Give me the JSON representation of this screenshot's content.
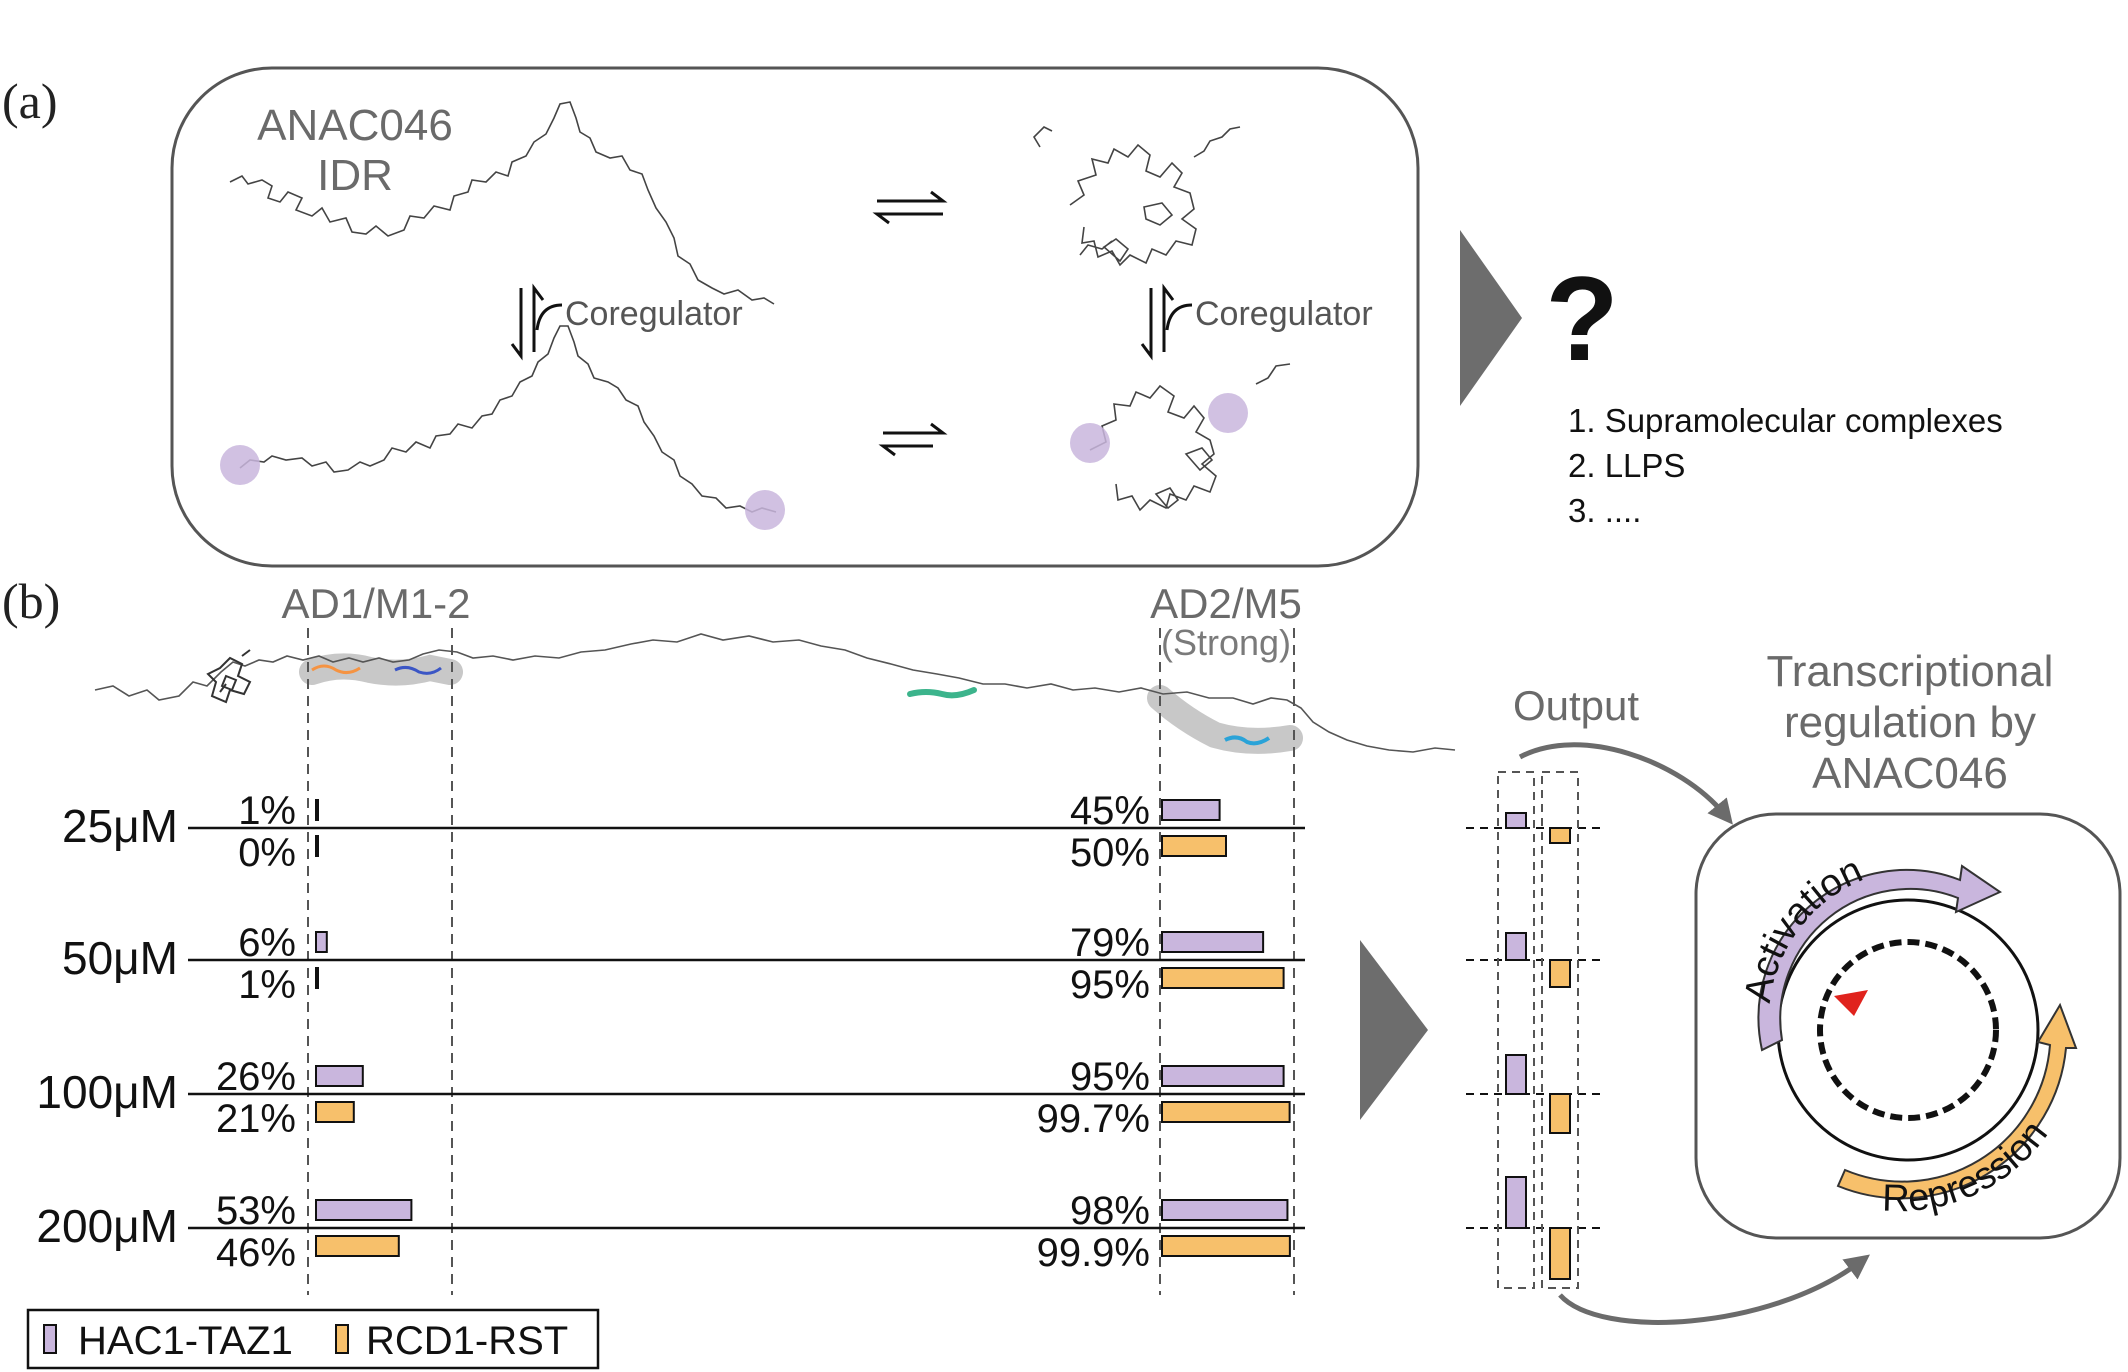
{
  "panel_a": {
    "label": "(a)",
    "title_line1": "ANAC046",
    "title_line2": "IDR",
    "coregulator_left": "Coregulator",
    "coregulator_right": "Coregulator",
    "question_mark": "?",
    "outcomes": [
      "1. Supramolecular complexes",
      "2. LLPS",
      "3. ...."
    ]
  },
  "panel_b": {
    "label": "(b)",
    "region1_label": "AD1/M1-2",
    "region2_label": "AD2/M5",
    "region2_sublabel": "(Strong)",
    "output_label": "Output",
    "regulation_title": [
      "Transcriptional",
      "regulation by",
      "ANAC046"
    ],
    "activation_label": "Activation",
    "repression_label": "Repression",
    "legend": [
      "HAC1-TAZ1",
      "RCD1-RST"
    ],
    "colors": {
      "hac1": "#c9b6dd",
      "rcd1": "#f7c06b",
      "arrow_gray": "#6b6b6b",
      "circle_red": "#e0231d"
    }
  },
  "chart_data": {
    "type": "bar",
    "concentrations": [
      "25μM",
      "50μM",
      "100μM",
      "200μM"
    ],
    "series": [
      {
        "name": "HAC1-TAZ1",
        "region": "AD1/M1-2",
        "values": [
          1,
          6,
          26,
          53
        ],
        "labels": [
          "1%",
          "6%",
          "26%",
          "53%"
        ]
      },
      {
        "name": "RCD1-RST",
        "region": "AD1/M1-2",
        "values": [
          0,
          1,
          21,
          46
        ],
        "labels": [
          "0%",
          "1%",
          "21%",
          "46%"
        ]
      },
      {
        "name": "HAC1-TAZ1",
        "region": "AD2/M5",
        "values": [
          45,
          79,
          95,
          98
        ],
        "labels": [
          "45%",
          "79%",
          "95%",
          "98%"
        ]
      },
      {
        "name": "RCD1-RST",
        "region": "AD2/M5",
        "values": [
          50,
          95,
          99.7,
          99.9
        ],
        "labels": [
          "50%",
          "95%",
          "99.7%",
          "99.9%"
        ]
      }
    ],
    "output": {
      "hac1": [
        0.25,
        0.45,
        0.65,
        0.85
      ],
      "rcd1": [
        0.25,
        0.45,
        0.65,
        0.85
      ]
    }
  }
}
